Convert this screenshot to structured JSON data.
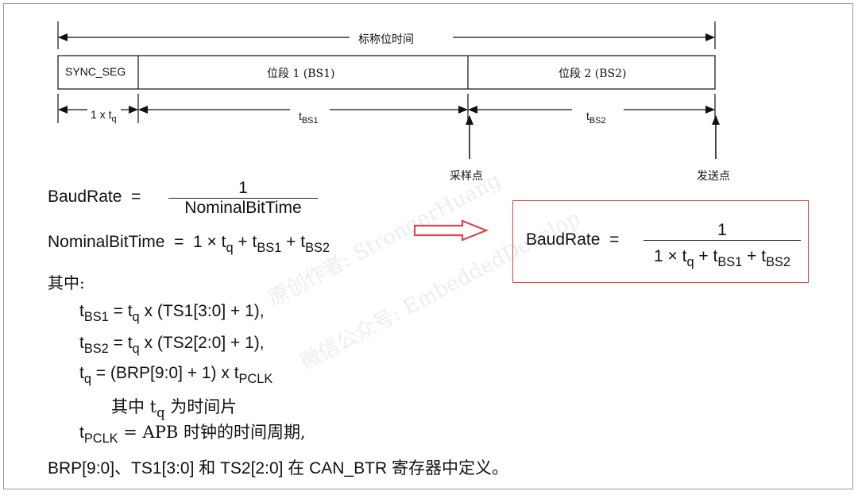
{
  "timing": {
    "nominal_label": "标称位时间",
    "sync_seg": "SYNC_SEG",
    "bs1": "位段 1 (BS1)",
    "bs2": "位段 2 (BS2)",
    "tq_pre": "1 x t",
    "tq_sub": "q",
    "tbs1_main": "t",
    "tbs1_sub": "BS1",
    "tbs2_main": "t",
    "tbs2_sub": "BS2",
    "sample_point": "采样点",
    "transmit_point": "发送点"
  },
  "formulas": {
    "baudrate_label": "BaudRate",
    "equals": "=",
    "one": "1",
    "nominal_bit_time": "NominalBitTime",
    "nbt_rhs_pre": "1 × t",
    "q": "q",
    "plus_t": " + t",
    "bs1": "BS1",
    "bs2": "BS2",
    "qizhong": "其中:",
    "tbs1_lhs": "t",
    "tbs1_rhs_mid": " = t",
    "tbs1_rhs": " x (TS1[3:0] + 1),",
    "tbs2_rhs": " x (TS2[2:0] + 1),",
    "tq_rhs_a": " = (BRP[9:0] + 1) x t",
    "pclk": "PCLK",
    "tq_note_a": "其中 t",
    "tq_note_b": " 为时间片",
    "tpclk_rhs": " = APB 时钟的时间周期,",
    "footer": "BRP[9:0]、TS1[3:0] 和 TS2[2:0] 在 CAN_BTR 寄存器中定义。"
  },
  "watermark": {
    "line1": "原创作者: StrongerHuang",
    "line2": "微信公众号: EmbeddedDevelop"
  },
  "colors": {
    "accent_red": "#d9484a",
    "line": "#111111"
  }
}
